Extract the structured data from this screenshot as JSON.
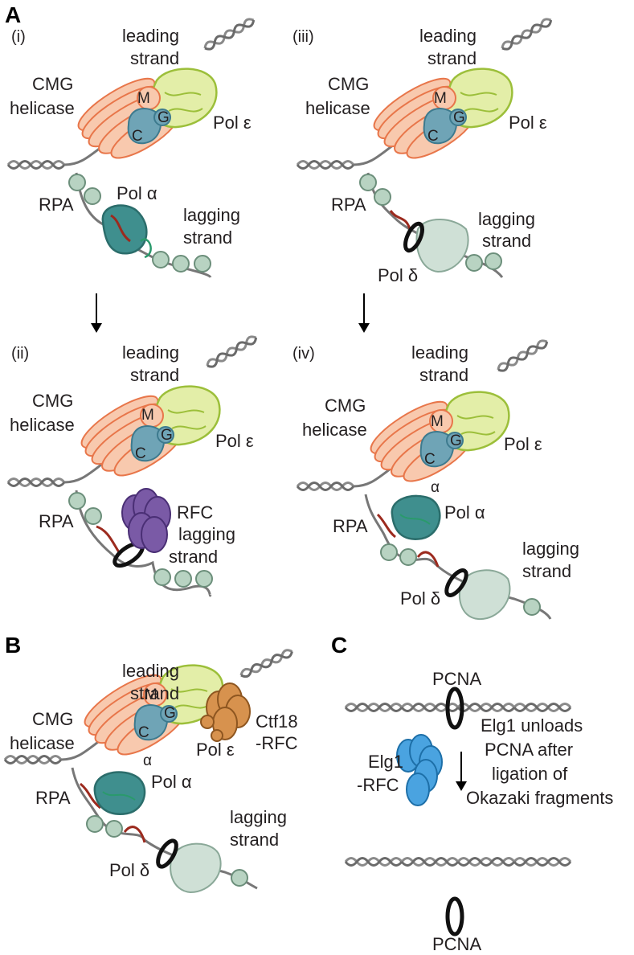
{
  "panels": {
    "A": "A",
    "B": "B",
    "C": "C"
  },
  "subpanels": {
    "i": "(i)",
    "ii": "(ii)",
    "iii": "(iii)",
    "iv": "(iv)"
  },
  "labels": {
    "leading_1": "leading",
    "leading_2": "strand",
    "cmg_1": "CMG",
    "cmg_2": "helicase",
    "pol_eps": "Pol ε",
    "rpa": "RPA",
    "pol_alpha": "Pol α",
    "pol_delta": "Pol δ",
    "lagging_1": "lagging",
    "lagging_2": "strand",
    "rfc": "RFC",
    "m": "M",
    "c": "C",
    "g": "G",
    "alpha": "α",
    "ctf18_1": "Ctf18",
    "ctf18_2": "-RFC",
    "elg1_1": "Elg1",
    "elg1_2": "-RFC",
    "pcna": "PCNA",
    "unload_1": "Elg1 unloads",
    "unload_2": "PCNA after",
    "unload_3": "ligation of",
    "unload_4": "Okazaki fragments"
  },
  "colors": {
    "mcm_fill": "#f8c9ae",
    "mcm_stroke": "#e8764a",
    "gins_fill": "#6fa4b6",
    "pol_eps_fill": "#e3eea8",
    "pol_eps_stroke": "#9cbf3a",
    "pol_alpha_fill": "#3f8f8e",
    "pol_delta_fill": "#cfe0d6",
    "rpa_fill": "#b8d3c2",
    "rfc_fill": "#7a5aa6",
    "ctf18_fill": "#d7924e",
    "elg1_fill": "#4aa3e0",
    "primer": "#9c2a1e",
    "dna": "#7a7a7a",
    "pcna": "#111111"
  }
}
